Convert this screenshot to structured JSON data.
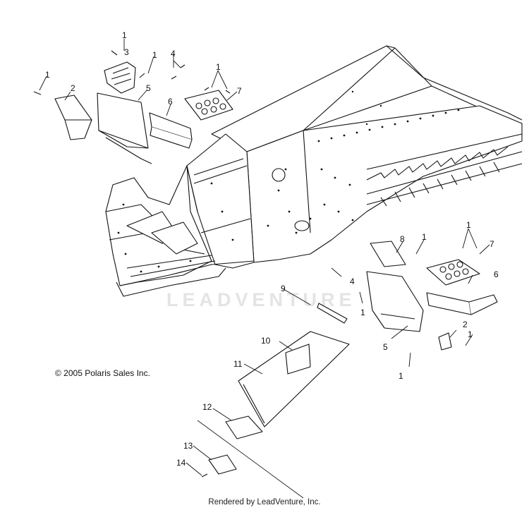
{
  "diagram": {
    "copyright": "© 2005 Polaris Sales Inc.",
    "watermark": "LEADVENTURE",
    "footer": "Rendered by LeadVenture, Inc.",
    "callouts": [
      "1",
      "3",
      "1",
      "4",
      "1",
      "2",
      "5",
      "6",
      "1",
      "7",
      "8",
      "1",
      "1",
      "7",
      "4",
      "6",
      "9",
      "1",
      "2",
      "1",
      "5",
      "1",
      "10",
      "11",
      "12",
      "13",
      "14"
    ]
  }
}
